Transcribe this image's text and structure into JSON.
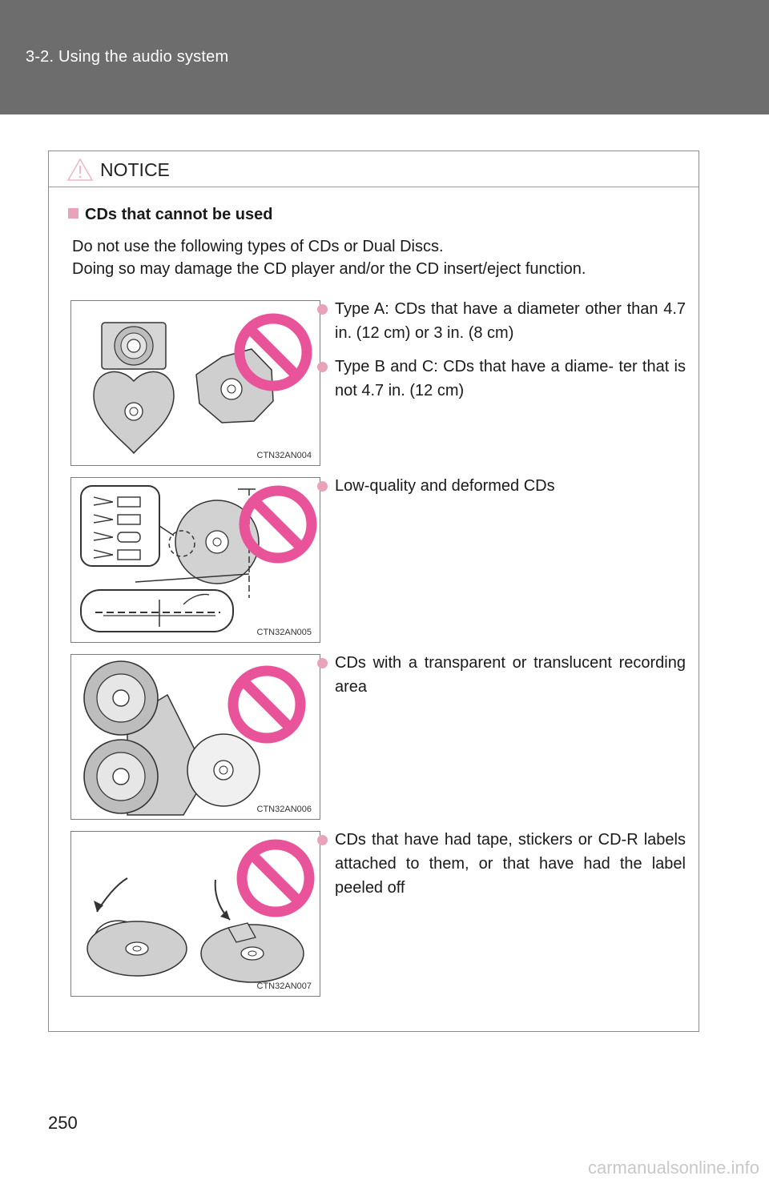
{
  "header": {
    "section": "3-2. Using the audio system"
  },
  "notice": {
    "title": "NOTICE",
    "section_title": "CDs that cannot be used",
    "intro": [
      "Do not use the following types of CDs or Dual Discs.",
      "Doing so may damage the CD player and/or the CD insert/eject function."
    ],
    "figures": [
      {
        "code": "CTN32AN004",
        "bullets": [
          "Type A: CDs that have a diameter other than 4.7 in. (12 cm) or 3 in. (8 cm)",
          "Type B and C: CDs that have a diame- ter that is not 4.7 in. (12 cm)"
        ]
      },
      {
        "code": "CTN32AN005",
        "bullets": [
          "Low-quality and deformed CDs"
        ]
      },
      {
        "code": "CTN32AN006",
        "bullets": [
          "CDs with a transparent or translucent recording area"
        ]
      },
      {
        "code": "CTN32AN007",
        "bullets": [
          "CDs that have had tape, stickers or CD-R labels attached to them, or that have had the label peeled off"
        ]
      }
    ]
  },
  "page_number": "250",
  "watermark": "carmanualsonline.info",
  "colors": {
    "header_band": "#6d6d6d",
    "accent_pink": "#e8a3b9",
    "prohibit_pink": "#e9539a"
  }
}
